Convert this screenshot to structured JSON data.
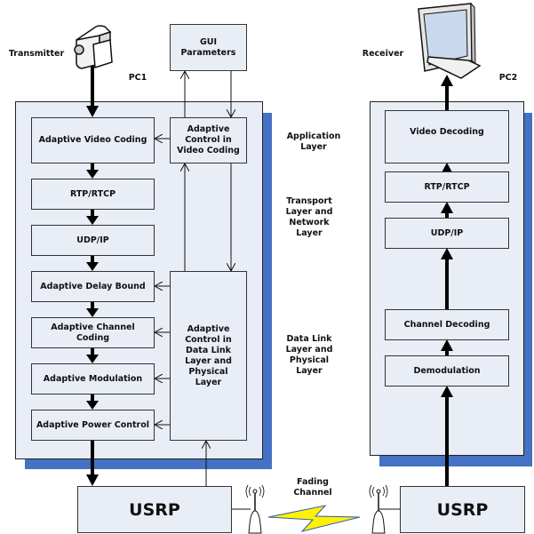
{
  "title": "Adaptive wireless video transmission system block diagram",
  "transmitter": {
    "label": "Transmitter",
    "pc_label": "PC1",
    "icon": "video-camera-icon",
    "gui_box": "GUI Parameters",
    "blocks": [
      "Adaptive Video Coding",
      "RTP/RTCP",
      "UDP/IP",
      "Adaptive Delay Bound",
      "Adaptive Channel Coding",
      "Adaptive Modulation",
      "Adaptive Power Control"
    ],
    "control_video": "Adaptive Control in Video Coding",
    "control_datalink": "Adaptive Control in Data Link Layer and Physical Layer",
    "usrp": "USRP"
  },
  "layers": {
    "application": "Application Layer",
    "transport": "Transport Layer and Network Layer",
    "datalink": "Data Link Layer and Physical Layer"
  },
  "channel": {
    "label": "Fading Channel",
    "icon": "lightning-bolt-icon"
  },
  "receiver": {
    "label": "Receiver",
    "pc_label": "PC2",
    "icon": "monitor-icon",
    "blocks": [
      "Video Decoding",
      "RTP/RTCP",
      "UDP/IP",
      "Channel Decoding",
      "Demodulation"
    ],
    "usrp": "USRP"
  },
  "colors": {
    "panel_fill": "#E9EDF6",
    "shadow": "#4472C4",
    "bolt": "#FFF200"
  }
}
